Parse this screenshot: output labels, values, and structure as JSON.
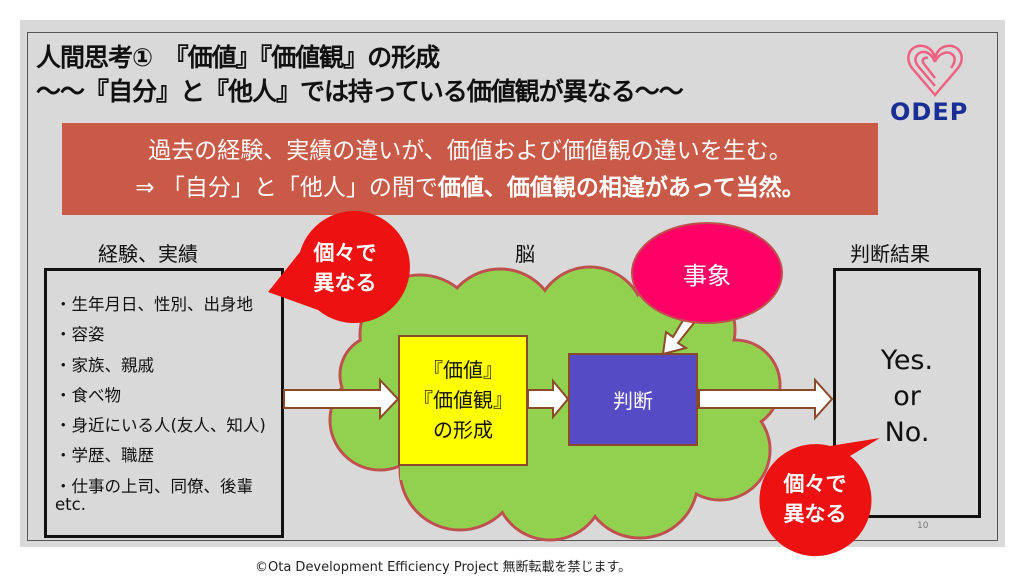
{
  "title": {
    "line1": "人間思考①　『価値』『価値観』の形成",
    "line2": "～～『自分』と『他人』では持っている価値観が異なる～～"
  },
  "logo": {
    "text": "ODEP",
    "heart_color": "#f06080",
    "text_color": "#1a2f96"
  },
  "banner": {
    "line1": "過去の経験、実績の違いが、価値および価値観の違いを生む。",
    "line2_normal": "⇒ 「自分」と「他人」の間で",
    "line2_bold": "価値、価値観の相違があって当然。",
    "color": "#c95a48"
  },
  "left": {
    "header": "経験、実績",
    "items": [
      "・生年月日、性別、出身地",
      "・容姿",
      "・家族、親戚",
      "・食べ物",
      "・身近にいる人(友人、知人)",
      "・学歴、職歴",
      "・仕事の上司、同僚、後輩",
      "etc."
    ]
  },
  "bubble_top": {
    "line1": "個々で",
    "line2": "異なる"
  },
  "brain": {
    "header": "脳"
  },
  "event": {
    "label": "事象"
  },
  "formation": {
    "line1": "『価値』",
    "line2": "『価値観』",
    "line3": "の形成"
  },
  "judgment": {
    "label": "判断"
  },
  "right": {
    "header": "判断結果",
    "line1": "Yes.",
    "line2": "or",
    "line3": "No."
  },
  "bubble_bottom": {
    "line1": "個々で",
    "line2": "異なる"
  },
  "page_number": "10",
  "footer": "©Ota Development Efficiency Project 無断転載を禁じます。"
}
